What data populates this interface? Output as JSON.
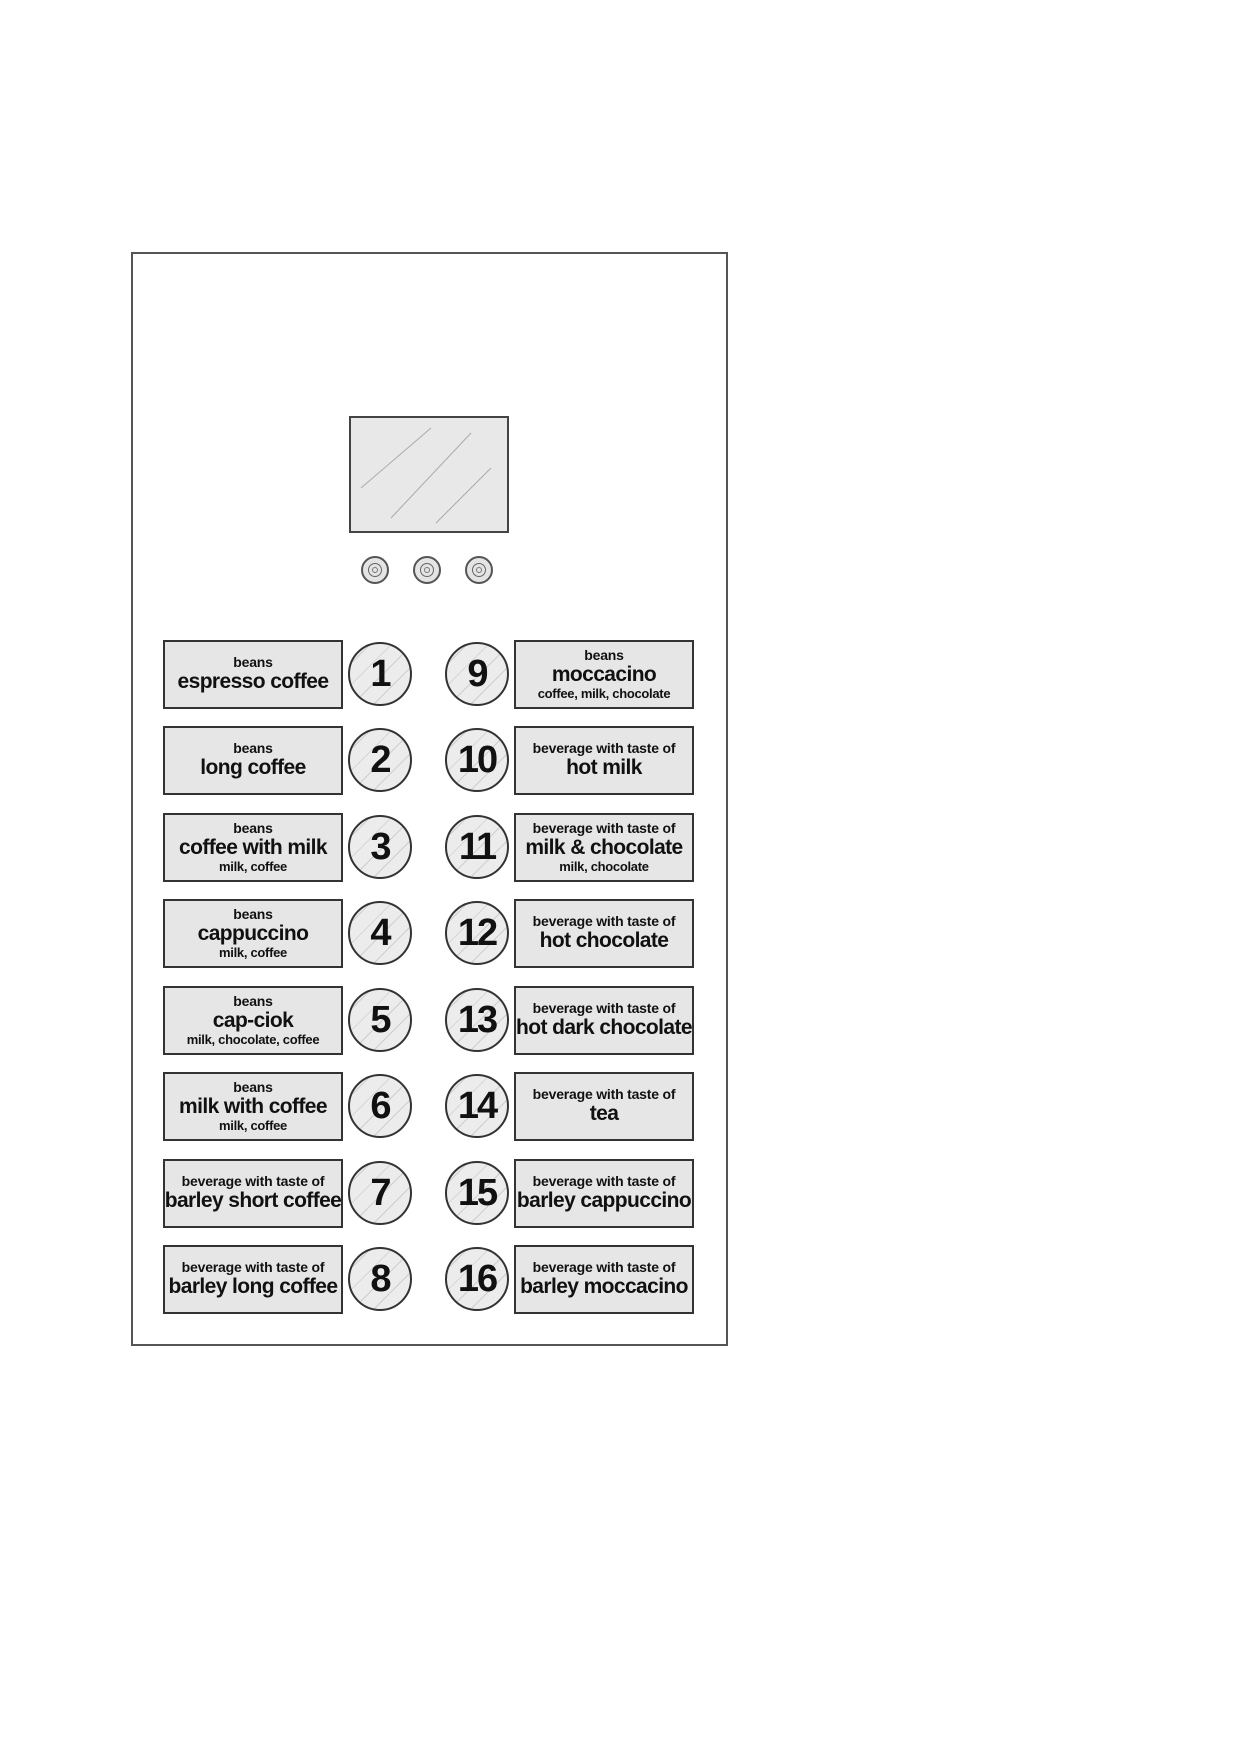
{
  "panel": {
    "display": {
      "icon": "screen-glass"
    },
    "knobs": [
      "knob",
      "knob",
      "knob"
    ]
  },
  "left_column": [
    {
      "number": "1",
      "top": "beans",
      "main": "espresso coffee",
      "sub": ""
    },
    {
      "number": "2",
      "top": "beans",
      "main": "long coffee",
      "sub": ""
    },
    {
      "number": "3",
      "top": "beans",
      "main": "coffee with milk",
      "sub": "milk, coffee"
    },
    {
      "number": "4",
      "top": "beans",
      "main": "cappuccino",
      "sub": "milk, coffee"
    },
    {
      "number": "5",
      "top": "beans",
      "main": "cap-ciok",
      "sub": "milk, chocolate, coffee"
    },
    {
      "number": "6",
      "top": "beans",
      "main": "milk with coffee",
      "sub": "milk, coffee"
    },
    {
      "number": "7",
      "top": "beverage with taste of",
      "main": "barley short coffee",
      "sub": ""
    },
    {
      "number": "8",
      "top": "beverage with taste of",
      "main": "barley long coffee",
      "sub": ""
    }
  ],
  "right_column": [
    {
      "number": "9",
      "top": "beans",
      "main": "moccacino",
      "sub": "coffee, milk, chocolate"
    },
    {
      "number": "10",
      "top": "beverage with taste of",
      "main": "hot milk",
      "sub": ""
    },
    {
      "number": "11",
      "top": "beverage with taste of",
      "main": "milk & chocolate",
      "sub": "milk, chocolate"
    },
    {
      "number": "12",
      "top": "beverage with taste of",
      "main": "hot chocolate",
      "sub": ""
    },
    {
      "number": "13",
      "top": "beverage with taste of",
      "main": "hot dark chocolate",
      "sub": ""
    },
    {
      "number": "14",
      "top": "beverage with taste of",
      "main": "tea",
      "sub": ""
    },
    {
      "number": "15",
      "top": "beverage with taste of",
      "main": "barley cappuccino",
      "sub": ""
    },
    {
      "number": "16",
      "top": "beverage with taste of",
      "main": "barley moccacino",
      "sub": ""
    }
  ]
}
